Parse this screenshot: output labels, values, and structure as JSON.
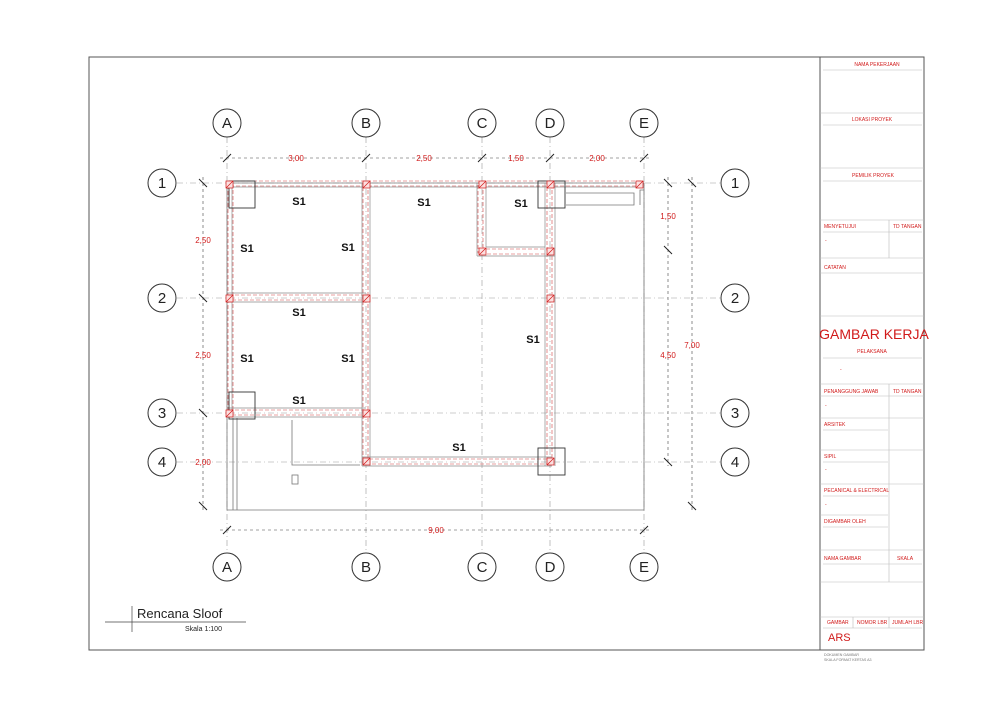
{
  "drawing": {
    "title": "Rencana Sloof",
    "scale": "Skala 1:100",
    "grid_columns": [
      "A",
      "B",
      "C",
      "D",
      "E"
    ],
    "grid_rows": [
      "1",
      "2",
      "3",
      "4"
    ],
    "dim_top": [
      "3,00",
      "2,50",
      "1,50",
      "2,00"
    ],
    "dim_bottom": "9,00",
    "dim_left": [
      "2,50",
      "2,50",
      "2,00"
    ],
    "dim_right_inner": [
      "1,50",
      "4,50"
    ],
    "dim_right_total": "7,00",
    "beam_label": "S1"
  },
  "title_block": {
    "nama_pekerjaan": "NAMA PEKERJAAN",
    "lokasi_proyek": "LOKASI PROYEK",
    "pemilik_proyek": "PEMILIK PROYEK",
    "menyetujui": "MENYETUJUI",
    "td_tangan": "TD TANGAN",
    "dash": "-",
    "catatan": "CATATAN",
    "gambar_kerja": "GAMBAR KERJA",
    "pelaksana": "PELAKSANA",
    "penanggung_jawab": "PENANGGUNG JAWAB",
    "td_tangan_2": "TD TANGAN",
    "arsitek": "ARSITEK",
    "sipil": "SIPIL",
    "mekanikal": "PECANICAL & ELECTRICAL",
    "digambar_oleh": "DIGAMBAR OLEH",
    "nama_gambar": "NAMA GAMBAR",
    "skala": "SKALA",
    "gambar": "GAMBAR",
    "nomor_lbr": "NOMOR LBR",
    "jumlah_lbr": "JUMLAH LBR",
    "code": "ARS",
    "footnote_1": "DOKUMEN GAMBAR",
    "footnote_2": "SKALA FORMAT KERTAS A3"
  }
}
